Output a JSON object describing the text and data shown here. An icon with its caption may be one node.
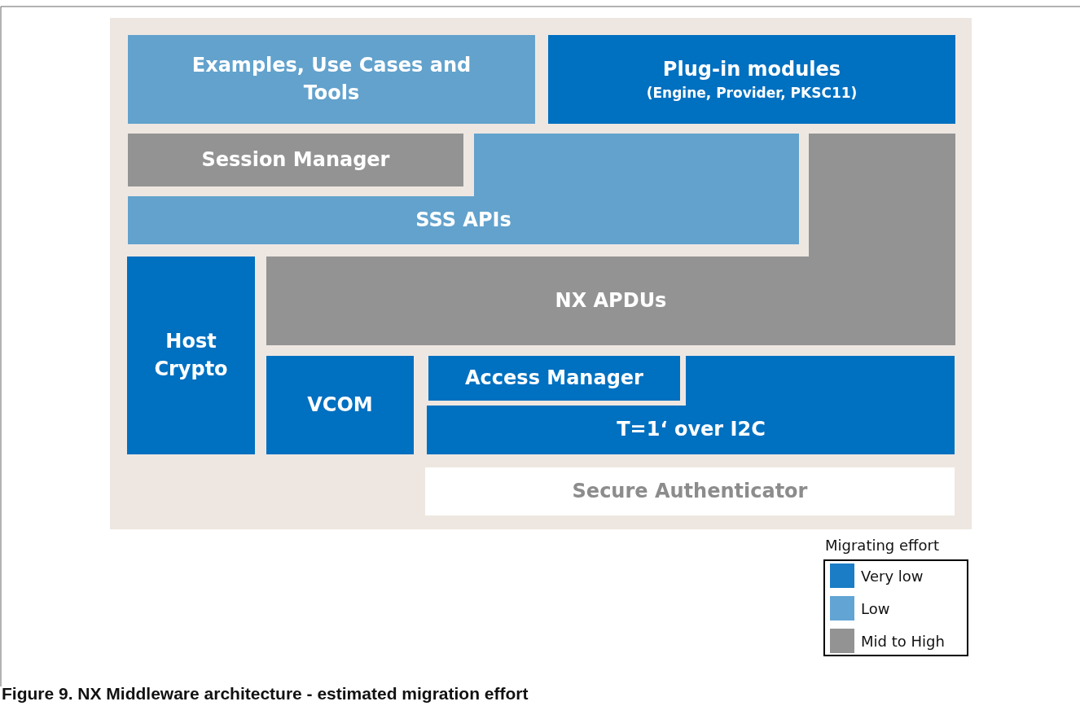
{
  "diagram": {
    "caption": "Figure 9.   NX Middleware architecture - estimated migration effort",
    "nodes": [
      {
        "text": [],
        "shape": "box"
      },
      {
        "text": [
          "Examples, Use Cases and Tools"
        ],
        "in": 0
      },
      {
        "text": [
          "Plug-in modules",
          "(Engine, Provider, PKSC11)"
        ],
        "in": 0
      },
      {
        "text": [
          "Session Manager"
        ],
        "in": 0
      },
      {
        "text": [
          "SSS APIs"
        ],
        "in": 0
      },
      {
        "text": [
          "NX APDUs"
        ],
        "in": 0
      },
      {
        "text": [
          "Host Crypto"
        ],
        "in": 0
      },
      {
        "text": [
          "VCOM"
        ],
        "in": 0
      },
      {
        "text": [
          "Access Manager"
        ],
        "in": 0
      },
      {
        "text": [
          "T=1‘ over I2C"
        ],
        "in": 0
      },
      {
        "text": [
          "Secure Authenticator"
        ],
        "in": 0
      }
    ],
    "labels": [
      "Migrating effort"
    ],
    "legend": [
      {
        "text": "Very low",
        "color": "#1a7dc6"
      },
      {
        "text": "Low",
        "color": "#62a4d4"
      },
      {
        "text": "Mid to High",
        "color": "#939393"
      }
    ]
  }
}
